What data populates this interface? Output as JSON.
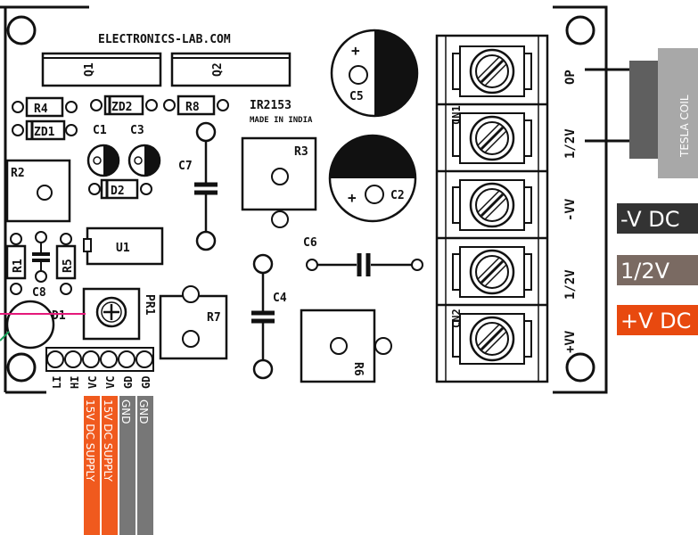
{
  "board": {
    "website": "ELECTRONICS-LAB.COM",
    "ic_name": "IR2153",
    "ic_note": "MADE IN INDIA"
  },
  "components": {
    "q1": "Q1",
    "q2": "Q2",
    "r1": "R1",
    "r2": "R2",
    "r3": "R3",
    "r4": "R4",
    "r5": "R5",
    "r6": "R6",
    "r7": "R7",
    "r8": "R8",
    "c1": "C1",
    "c2": "C2",
    "c3": "C3",
    "c4": "C4",
    "c5": "C5",
    "c6": "C6",
    "c7": "C7",
    "c8": "C8",
    "d1": "D1",
    "d2": "D2",
    "zd1": "ZD1",
    "zd2": "ZD2",
    "u1": "U1",
    "pr1": "PR1",
    "cn1": "CN1",
    "cn2": "CN2",
    "plus": "+"
  },
  "pins": [
    "LI",
    "HI",
    "VC",
    "VC",
    "GD",
    "GD"
  ],
  "wire_labels": [
    {
      "text": "15V DC SUPPLY",
      "color": "#f05a1e"
    },
    {
      "text": "15V DC SUPPLY",
      "color": "#f05a1e"
    },
    {
      "text": "GND",
      "color": "#777777"
    },
    {
      "text": "GND",
      "color": "#777777"
    }
  ],
  "terminals": [
    "OP",
    "1/2V",
    "-VV",
    "1/2V",
    "+VV"
  ],
  "tesla_coil": "TESLA COIL",
  "legend": [
    {
      "text": "-V DC",
      "color": "#333333"
    },
    {
      "text": "1/2V",
      "color": "#7a6a62"
    },
    {
      "text": "+V DC",
      "color": "#e8490f"
    }
  ]
}
